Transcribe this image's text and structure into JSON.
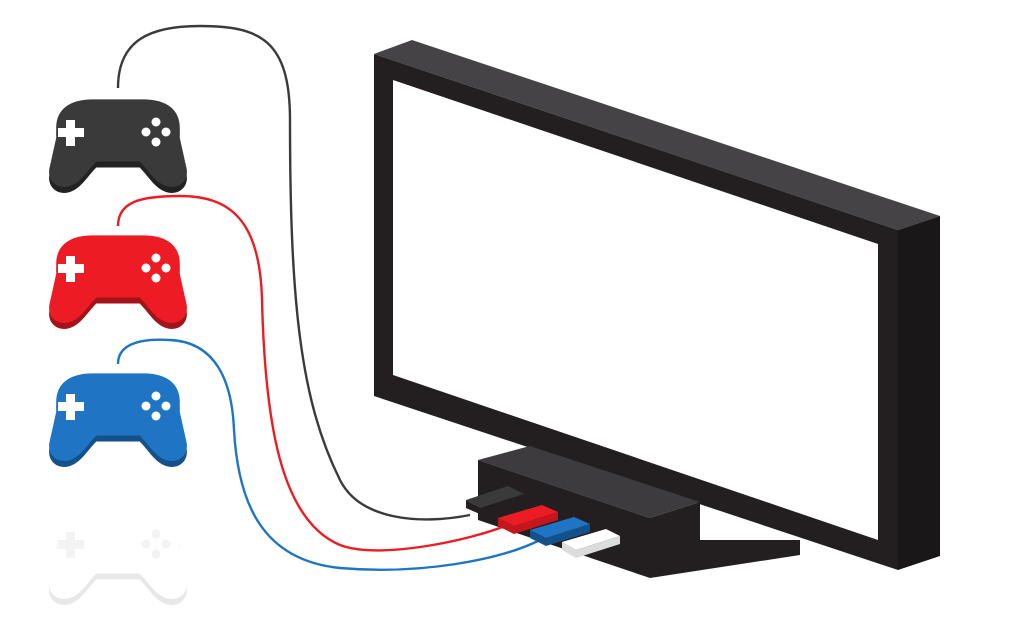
{
  "scene": {
    "background": "#ffffff",
    "tv": {
      "frame_front": "#231f20",
      "frame_top": "#454345",
      "frame_side": "#1a1718",
      "screen": "#ffffff",
      "base_top": "#3d3b3d",
      "base_front": "#231f20"
    },
    "controllers": [
      {
        "id": "black",
        "color": "#3a3a3a",
        "shadow": "#222222",
        "cable": "#3a3a3a",
        "connected": true
      },
      {
        "id": "red",
        "color": "#ed1c24",
        "shadow": "#a11419",
        "cable": "#ed1c24",
        "connected": true
      },
      {
        "id": "blue",
        "color": "#1f75c4",
        "shadow": "#14508a",
        "cable": "#1f75c4",
        "connected": true
      },
      {
        "id": "white",
        "color": "#ffffff",
        "shadow": "#e6e6e6",
        "cable": "none",
        "connected": false
      }
    ],
    "plugs": [
      {
        "id": "black",
        "color": "#231f20",
        "top": "#3a3a3a"
      },
      {
        "id": "red",
        "color": "#c4161c",
        "top": "#ed1c24"
      },
      {
        "id": "blue",
        "color": "#14508a",
        "top": "#1f75c4"
      },
      {
        "id": "white",
        "color": "#dcdcdc",
        "top": "#ffffff"
      }
    ],
    "icons": [
      "gamepad-icon",
      "television-icon",
      "cable-icon",
      "plug-icon"
    ]
  }
}
